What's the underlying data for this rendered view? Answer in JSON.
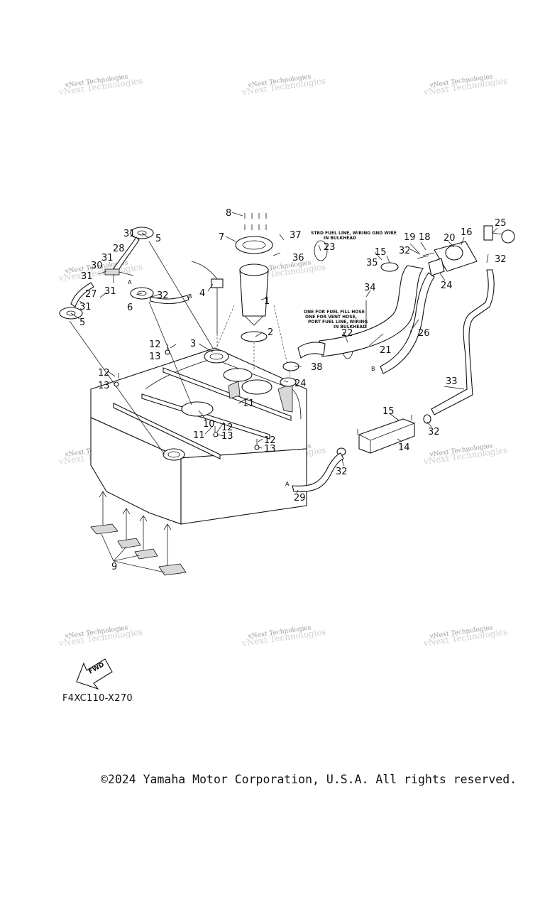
{
  "watermark": "vNext Technologies",
  "drawing_code": "F4XC110-X270",
  "fwd_label": "FWD",
  "copyright": "©2024 Yamaha Motor Corporation, U.S.A. All rights reserved.",
  "notes": {
    "n23_line1": "STBD FUEL LINE, WIRING GND WIRE",
    "n23_line2": "IN BULKHEAD",
    "n22_line1": "ONE FOR FUEL FILL HOSE",
    "n22_line2": "ONE FOR VENT HOSE,",
    "n22_line3": "PORT FUEL LINE, WIRING",
    "n22_line4": "IN BULKHEAD"
  },
  "connectors": {
    "a": "A",
    "b": "B"
  },
  "callouts": [
    "1",
    "2",
    "3",
    "4",
    "5",
    "6",
    "7",
    "8",
    "9",
    "10",
    "11",
    "12",
    "13",
    "14",
    "15",
    "16",
    "18",
    "19",
    "20",
    "21",
    "22",
    "23",
    "24",
    "25",
    "26",
    "27",
    "28",
    "29",
    "30",
    "31",
    "32",
    "33",
    "34",
    "35",
    "36",
    "37",
    "38"
  ]
}
